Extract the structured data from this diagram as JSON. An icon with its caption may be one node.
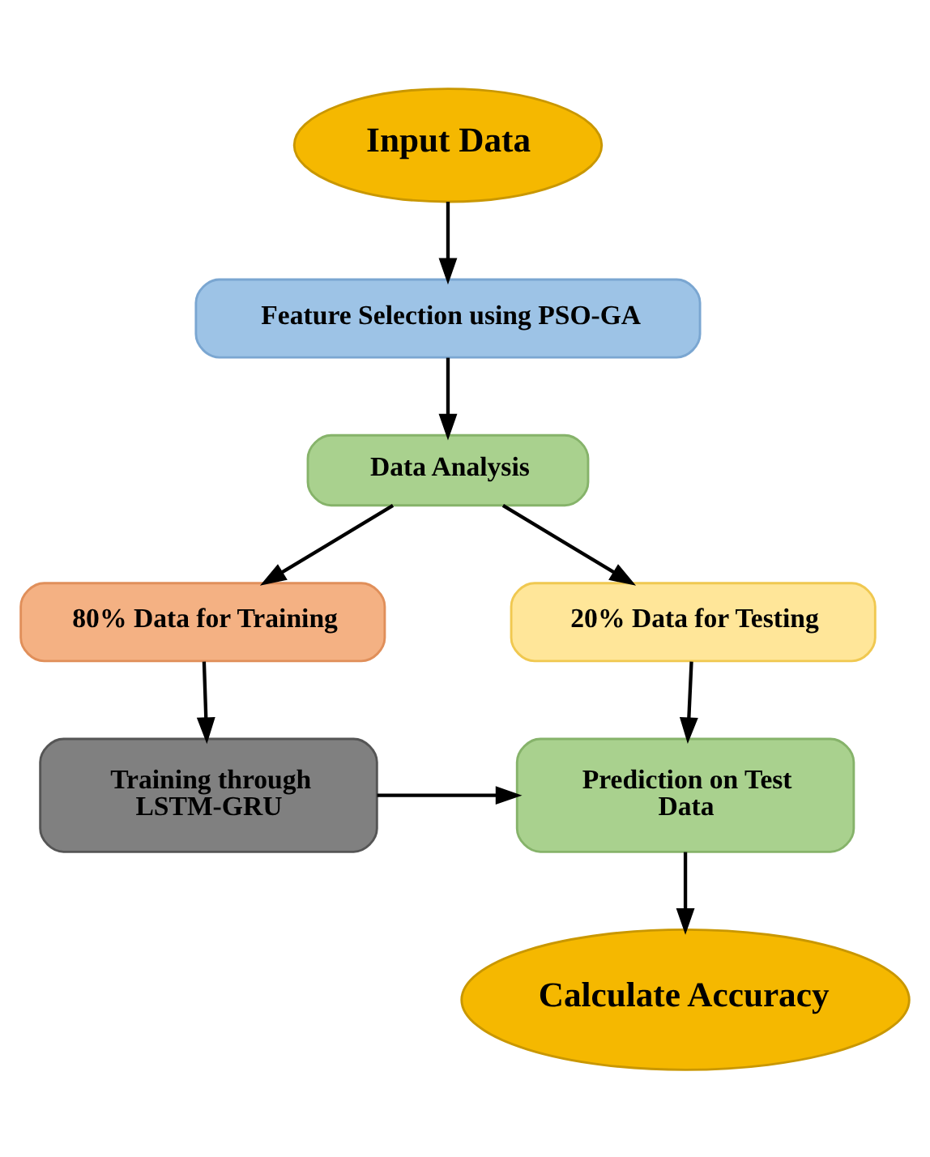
{
  "diagram": {
    "nodes": [
      {
        "text": [
          "Input Data"
        ]
      },
      {
        "text": [
          "Feature Selection using PSO-GA"
        ]
      },
      {
        "text": [
          "Data Analysis"
        ]
      },
      {
        "text": [
          "80% Data for Training"
        ]
      },
      {
        "text": [
          "20% Data for Testing"
        ]
      },
      {
        "text": [
          "Training through LSTM-GRU"
        ]
      },
      {
        "text": [
          "Prediction on Test Data"
        ]
      },
      {
        "text": [
          "Calculate Accuracy"
        ]
      }
    ],
    "edges": [
      {
        "from": 0,
        "to": 1,
        "arrow": "to"
      },
      {
        "from": 1,
        "to": 2,
        "arrow": "to"
      },
      {
        "from": 2,
        "to": 3,
        "arrow": "to"
      },
      {
        "from": 2,
        "to": 4,
        "arrow": "to"
      },
      {
        "from": 3,
        "to": 5,
        "arrow": "to"
      },
      {
        "from": 4,
        "to": 6,
        "arrow": "to"
      },
      {
        "from": 5,
        "to": 6,
        "arrow": "to"
      },
      {
        "from": 6,
        "to": 7,
        "arrow": "to"
      }
    ]
  }
}
